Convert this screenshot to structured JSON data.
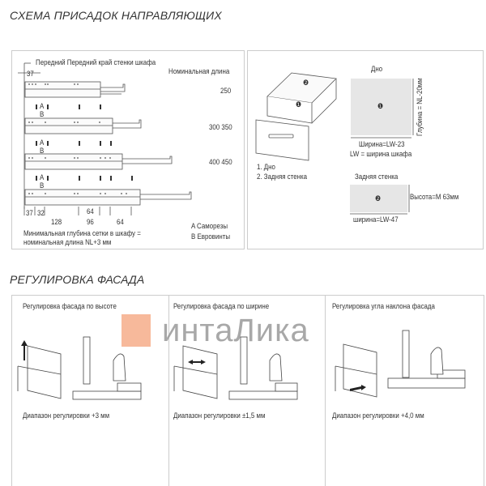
{
  "section1": {
    "title": "СХЕМА ПРИСАДОК НАПРАВЛЯЮЩИХ",
    "rails": {
      "front_edge_label": "Передний Передний край стенки шкафа",
      "nominal_length_label": "Номинальная длина",
      "dim_37_top": "37",
      "lengths": [
        "250",
        "300 350",
        "400 450"
      ],
      "ab_labels": [
        "A",
        "B"
      ],
      "dims_bottom": [
        "37",
        "32",
        "128",
        "64",
        "96",
        "64"
      ],
      "legend_a": "A Саморезы",
      "legend_b": "B Евровинты",
      "note_line1": "Минимальная глубина сетки в шкафу =",
      "note_line2": "номинальная длина NL+3 мм"
    },
    "drawer": {
      "bottom_title": "Дно",
      "depth_label": "Глубина = NL-20мм",
      "width_label": "Ширина=LW-23",
      "lw_note": "LW = ширина шкафа",
      "parts_1": "1. Дно",
      "parts_2": "2. Задняя стенка",
      "back_title": "Задняя стенка",
      "height_label": "Высота=М 63мм",
      "back_width_label": "ширина=LW-47",
      "marker_1": "❶",
      "marker_2": "❷"
    }
  },
  "section2": {
    "title": "РЕГУЛИРОВКА ФАСАДА",
    "panels": [
      {
        "title": "Регулировка фасада по высоте",
        "range": "Диапазон регулировки +3 мм"
      },
      {
        "title": "Регулировка фасада по ширине",
        "range": "Диапазон регулировки ±1,5 мм"
      },
      {
        "title": "Регулировка угла наклона фасада",
        "range": "Диапазон регулировки +4,0 мм"
      }
    ]
  },
  "watermark": {
    "text": "интаЛика",
    "accent": "#f4a27a"
  }
}
